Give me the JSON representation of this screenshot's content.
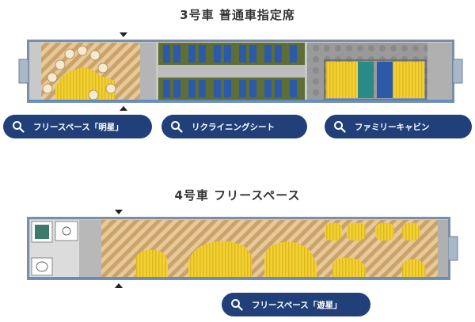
{
  "car3": {
    "title": "3号車 普通車指定席",
    "buttons": [
      {
        "label": "フリースペース「明星」",
        "icon": "search-icon"
      },
      {
        "label": "リクライニングシート",
        "icon": "search-icon"
      },
      {
        "label": "ファミリーキャビン",
        "icon": "search-icon"
      }
    ]
  },
  "car4": {
    "title": "4号車 フリースペース",
    "buttons": [
      {
        "label": "フリースペース「遊星」",
        "icon": "search-icon"
      }
    ]
  },
  "colors": {
    "navy": "#21407a",
    "seat_blue": "#2d5aa8",
    "seat_olive": "#6b7a3e",
    "seat_teal": "#2a8a88",
    "wood_stripe": "#caa36a",
    "yellow": "#f2d233",
    "floor_gray": "#8e8e8e",
    "wall_blue": "#5a8ec9"
  }
}
